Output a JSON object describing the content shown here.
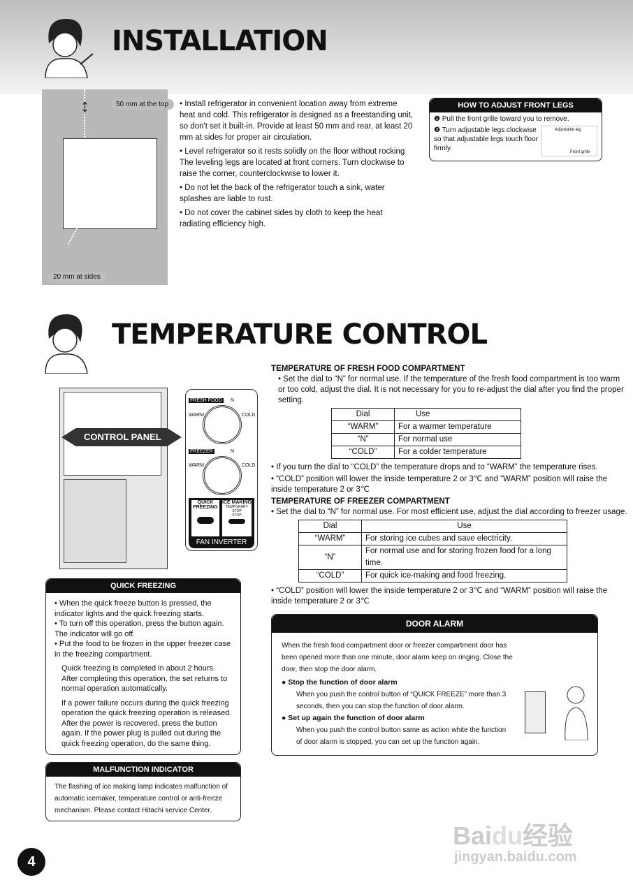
{
  "installation": {
    "title": "INSTALLATION",
    "label_top": "50 mm at the top",
    "label_sides": "20 mm at sides",
    "bullets": [
      "• Install refrigerator in convenient location away from extreme heat and cold. This refrigerator is designed as a freestanding unit, so don't set it built-in. Provide at least 50 mm and rear, at least 20 mm at sides for proper air circulation.",
      "• Level refrigerator so it rests solidly on the floor without rocking The leveling legs are located at front corners. Turn clockwise to raise the corner, counterclockwise to lower it.",
      "• Do not let the back of the refrigerator touch a sink, water splashes are liable to rust.",
      "• Do not cover the cabinet sides by cloth to keep the heat radiating efficiency high."
    ],
    "front_legs": {
      "title": "HOW TO ADJUST FRONT LEGS",
      "step1": "Pull the front grille toward you to remove.",
      "step2": "Turn adjustable legs clockwise so that adjustable legs touch floor firmly.",
      "label_leg": "Adjustable leg",
      "label_grille": "Front grille"
    }
  },
  "temperature": {
    "title": "TEMPERATURE CONTROL",
    "control_panel_label": "CONTROL PANEL",
    "panel": {
      "fresh_food": "FRESH FOOD",
      "freezer": "FREEZER",
      "n": "N",
      "warm": "WARM",
      "cold": "COLD",
      "quick_freezing": "QUICK FREEZING",
      "ice_making": "ICE MAKING",
      "temporary_stop": "TEMPORARY STOP",
      "stop": "STOP",
      "fan_inverter": "FAN INVERTER"
    },
    "fresh": {
      "heading": "TEMPERATURE OF FRESH FOOD COMPARTMENT",
      "intro": "• Set the dial to “N” for normal use. If the temperature of the fresh food compartment is too warm or too cold, adjust the dial. It is not necessary for you to re-adjust the dial after you find the proper setting.",
      "table_header": [
        "Dial",
        "Use"
      ],
      "rows": [
        [
          "“WARM”",
          "For a warmer temperature"
        ],
        [
          "“N”",
          "For normal use"
        ],
        [
          "“COLD”",
          "For a colder temperature"
        ]
      ],
      "note1": "• If you turn the dial to “COLD” the temperature drops and to “WARM” the temperature rises.",
      "note2": "• “COLD” position will lower the inside temperature 2 or 3℃ and “WARM” position will raise the inside temperature 2 or 3℃"
    },
    "freezer": {
      "heading": "TEMPERATURE OF FREEZER COMPARTMENT",
      "intro": "• Set the dial to “N” for normal use. For most efficient use, adjust the dial according to freezer usage.",
      "table_header": [
        "Dial",
        "Use"
      ],
      "rows": [
        [
          "“WARM”",
          "For storing ice cubes and save electricity."
        ],
        [
          "“N”",
          "For normal use and for storing frozen food for a long time."
        ],
        [
          "“COLD”",
          "For quick ice-making and food freezing."
        ]
      ],
      "note": "• “COLD” position will lower the inside temperature 2 or 3℃ and “WARM” position will raise the inside temperature 2 or 3℃"
    }
  },
  "quick_freezing": {
    "title": "QUICK FREEZING",
    "bullets": [
      "• When the quick freeze button is pressed, the indicator lights and the quick freezing starts.",
      "• To turn off this operation, press the button again. The indicator will go off.",
      "• Put the food to be frozen in the upper freezer case in the freezing compartment."
    ],
    "para1": "Quick freezing is completed in about 2 hours. After completing this operation, the set returns to normal operation automatically.",
    "para2": "If a power failure occurs during the quick freezing operation the quick freezing operation is released. After the power is recovered, press the button again. If the power plug is pulled out during the quick freezing operation, do the same thing."
  },
  "malfunction": {
    "title": "MALFUNCTION INDICATOR",
    "text": "The flashing of ice making lamp indicates malfunction of automatic icemaker, temperature control or anti-freeze mechanism. Please contact Hitachi service Center."
  },
  "door_alarm": {
    "title": "DOOR ALARM",
    "intro": "When the fresh food compartment door or freezer compartment door has been opened more than one minute, door alarm keep on ringing. Close the door, then stop the door alarm.",
    "sub1": "Stop the function of door alarm",
    "text1": "When you push the control button of “QUICK FREEZE” more than 3 seconds, then you can stop the function of door alarm.",
    "sub2": "Set up again the function of door alarm",
    "text2": "When you push the control button same as action white the function of door alarm is stopped, you can set up the function again."
  },
  "page_number": "4",
  "watermark": {
    "logo": "Baidu经验",
    "url": "jingyan.baidu.com"
  }
}
